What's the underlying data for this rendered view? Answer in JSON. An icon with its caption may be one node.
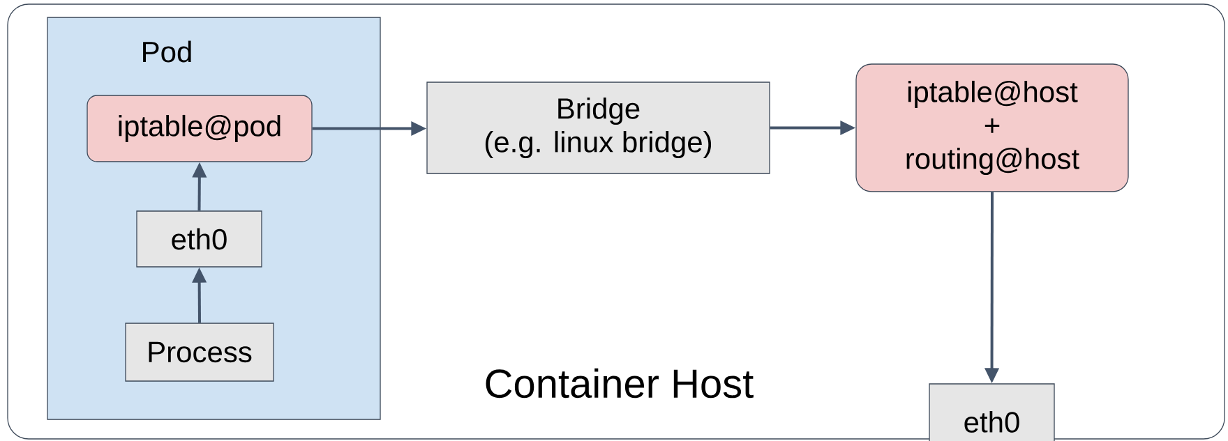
{
  "diagram": {
    "nodes": [
      {
        "text": [
          "Container Host"
        ]
      },
      {
        "text": [
          "Pod"
        ],
        "in": 0
      },
      {
        "text": [
          "iptable@pod"
        ],
        "in": 1
      },
      {
        "text": [
          "eth0"
        ],
        "in": 1
      },
      {
        "text": [
          "Process"
        ],
        "in": 1
      },
      {
        "text": [
          "Bridge",
          "(e.g. linux bridge)"
        ],
        "in": 0
      },
      {
        "text": [
          "iptable@host + routing@host"
        ],
        "in": 0
      },
      {
        "text": [
          "eth0"
        ]
      }
    ],
    "edges": [
      {
        "from": 4,
        "to": 3,
        "arrow": "to"
      },
      {
        "from": 3,
        "to": 2,
        "arrow": "to"
      },
      {
        "from": 2,
        "to": 5,
        "arrow": "to"
      },
      {
        "from": 5,
        "to": 6,
        "arrow": "to"
      },
      {
        "from": 6,
        "to": 7,
        "arrow": "to"
      }
    ]
  }
}
